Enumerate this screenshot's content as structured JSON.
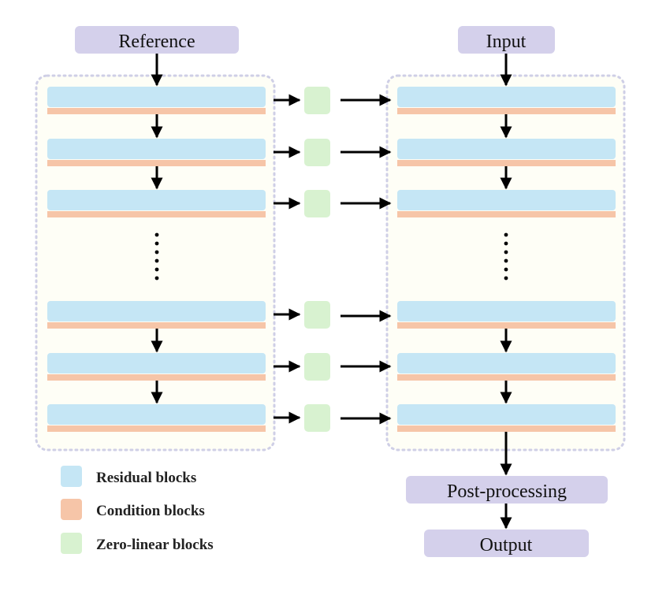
{
  "nodes": {
    "reference": "Reference",
    "input": "Input",
    "post_processing": "Post-processing",
    "output": "Output"
  },
  "legend": [
    {
      "label": "Residual blocks",
      "color": "#c5e6f5"
    },
    {
      "label": "Condition blocks",
      "color": "#f6c5a8"
    },
    {
      "label": "Zero-linear blocks",
      "color": "#d8f2d0"
    }
  ],
  "colors": {
    "terminal_box": "#d4d0eb",
    "panel_fill": "#fefef6",
    "panel_border": "#cfcfe6",
    "residual": "#c5e6f5",
    "condition": "#f6c5a8",
    "zero_linear": "#d8f2d0",
    "arrow": "#000000"
  }
}
